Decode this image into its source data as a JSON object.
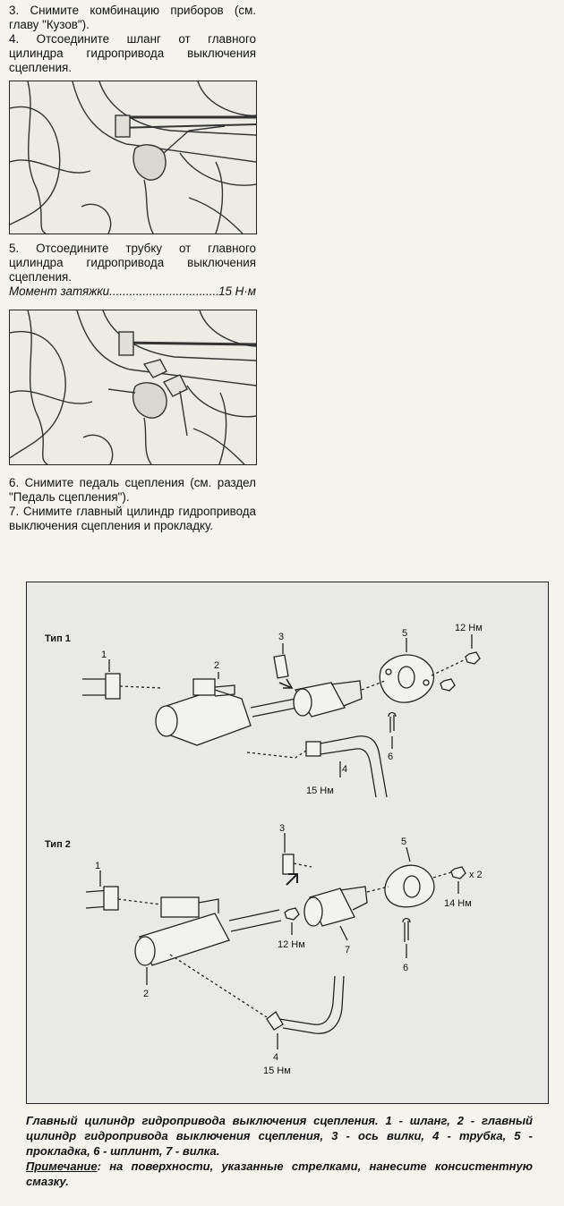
{
  "steps": {
    "s3": "3. Снимите комбинацию приборов (см. главу \"Кузов\").",
    "s4": "4. Отсоедините шланг от главного цилиндра гидропривода выключения сцепления.",
    "s5": "5. Отсоедините трубку от главного цилиндра гидропривода выключения сцепления.",
    "s6": "6. Снимите педаль сцепления (см. раздел \"Педаль сцепления\").",
    "s7": "7. Снимите главный цилиндр гидропривода выключения сцепления и прокладку."
  },
  "torque": {
    "label": "Момент затяжки",
    "value": "15 Н·м"
  },
  "figure": {
    "type1_label": "Тип 1",
    "type2_label": "Тип 2",
    "t1": {
      "n1": "1",
      "n2": "2",
      "n3": "3",
      "n4": "4",
      "n5": "5",
      "n6": "6",
      "t_nut": "12 Нм",
      "t_pipe": "15 Нм"
    },
    "t2": {
      "n1": "1",
      "n2": "2",
      "n3": "3",
      "n4": "4",
      "n5": "5",
      "n6": "6",
      "n7": "7",
      "t_nut_small": "12 Нм",
      "x2": "x 2",
      "t_nut": "14 Нм",
      "t_pipe": "15 Нм"
    }
  },
  "caption": {
    "text": "Главный цилиндр гидропривода выключения сцепления. 1 - шланг, 2 - главный цилиндр гидропривода выключения сцепления, 3 - ось вилки, 4 - трубка, 5 - прокладка, 6 - шплинт, 7 - вилка.",
    "note_title": "Примечание",
    "note_text": ": на поверхности, указанные стрелками, нанесите консистентную смазку."
  }
}
